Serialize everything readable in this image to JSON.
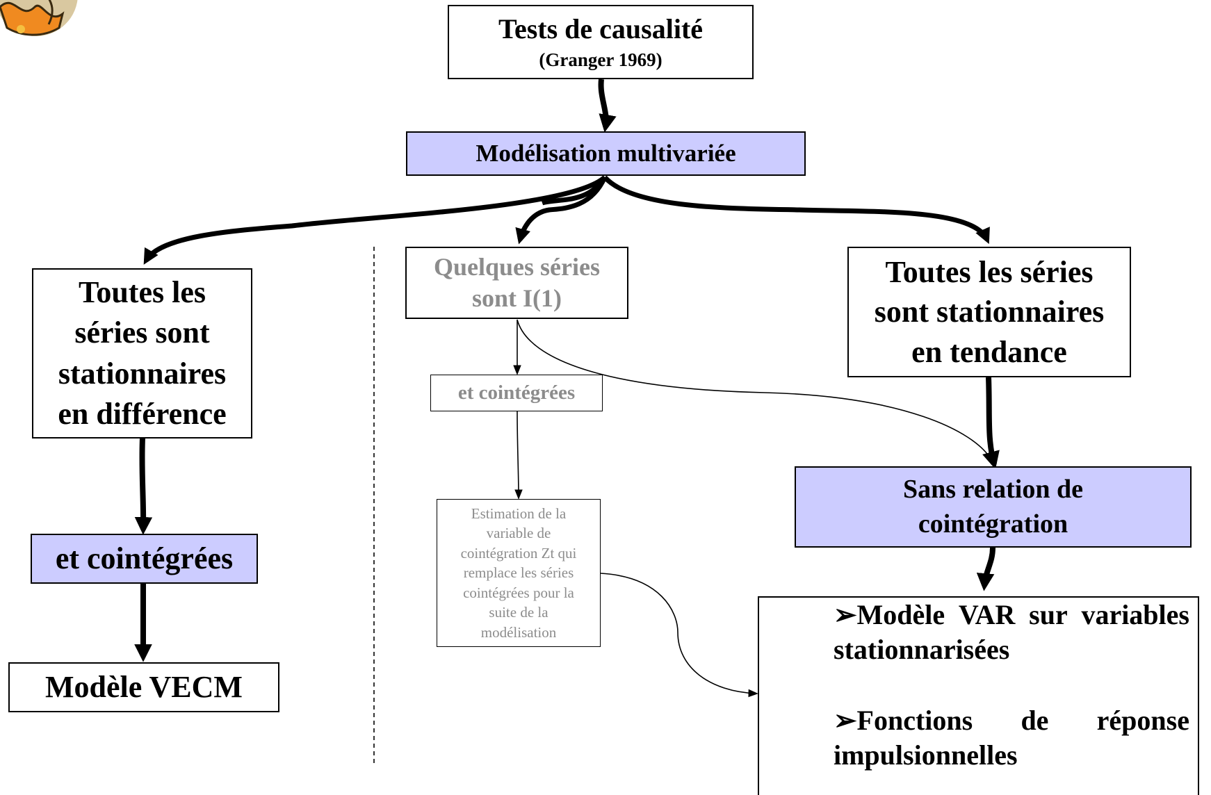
{
  "title_box": {
    "main": "Tests de causalité",
    "sub": "(Granger 1969)"
  },
  "multivariate_box": "Modélisation multivariée",
  "left_branch": {
    "top": [
      "Toutes les",
      "séries sont",
      "stationnaires",
      "en différence"
    ],
    "middle": "et cointégrées",
    "bottom": "Modèle VECM"
  },
  "center_branch": {
    "top": [
      "Quelques séries",
      "sont I(1)"
    ],
    "middle": "et cointégrées",
    "estimation": [
      "Estimation de la",
      "variable de",
      "cointégration Zt qui",
      "remplace les séries",
      "cointégrées pour la",
      "suite de la",
      "modélisation"
    ]
  },
  "right_branch": {
    "top": [
      "Toutes les séries",
      "sont stationnaires",
      "en tendance"
    ],
    "middle": [
      "Sans relation de",
      "cointégration"
    ]
  },
  "result_box": {
    "bullet_glyph": "➢",
    "item1": {
      "first_line": [
        "Modèle",
        "VAR",
        "sur",
        "variables"
      ],
      "second_line": "stationnarisées"
    },
    "item2": {
      "first_line": [
        "Fonctions",
        "de",
        "réponse"
      ],
      "second_line": "impulsionnelles"
    }
  },
  "colors": {
    "accent_box": "#ccccff",
    "grey_text": "#8c8c8c",
    "line": "#000000"
  }
}
